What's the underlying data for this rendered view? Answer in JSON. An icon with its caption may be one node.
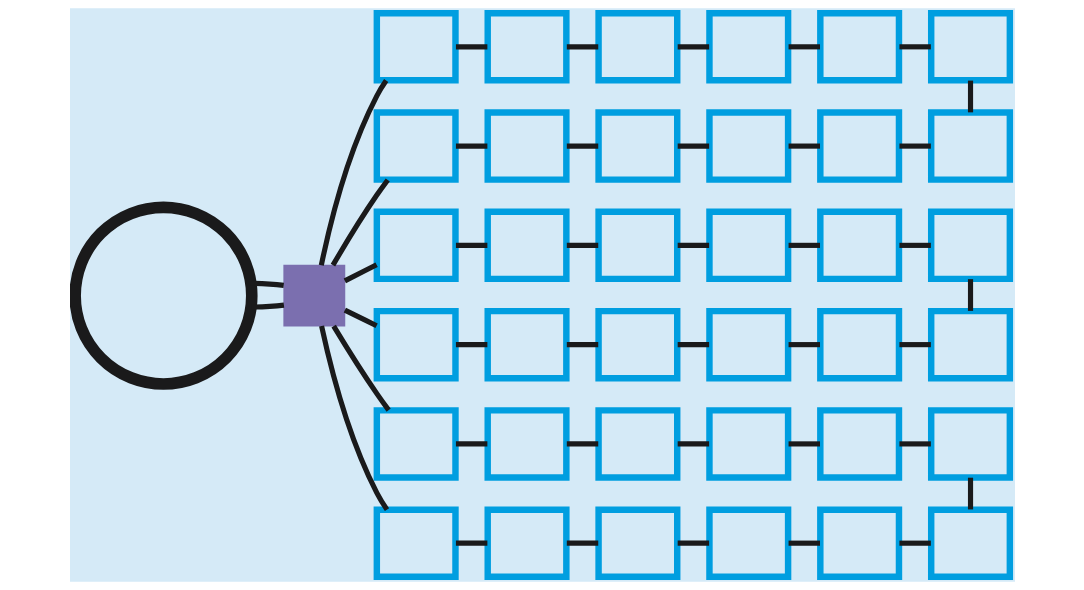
{
  "diagram": {
    "nodes": [
      {
        "text": [],
        "shape": "circle"
      },
      {
        "text": [],
        "shape": "box"
      },
      {
        "text": [],
        "shape": "box"
      },
      {
        "text": [],
        "shape": "box"
      },
      {
        "text": [],
        "shape": "box"
      },
      {
        "text": [],
        "shape": "box"
      },
      {
        "text": [],
        "shape": "box"
      },
      {
        "text": [],
        "shape": "box"
      },
      {
        "text": [],
        "shape": "box"
      },
      {
        "text": [],
        "shape": "box"
      },
      {
        "text": [],
        "shape": "box"
      },
      {
        "text": [],
        "shape": "box"
      },
      {
        "text": [],
        "shape": "box"
      },
      {
        "text": [],
        "shape": "box"
      },
      {
        "text": [],
        "shape": "box"
      },
      {
        "text": [],
        "shape": "box"
      },
      {
        "text": [],
        "shape": "box"
      },
      {
        "text": [],
        "shape": "box"
      },
      {
        "text": [],
        "shape": "box"
      },
      {
        "text": [],
        "shape": "box"
      },
      {
        "text": [],
        "shape": "box"
      },
      {
        "text": [],
        "shape": "box"
      },
      {
        "text": [],
        "shape": "box"
      },
      {
        "text": [],
        "shape": "box"
      },
      {
        "text": [],
        "shape": "box"
      },
      {
        "text": [],
        "shape": "box"
      },
      {
        "text": [],
        "shape": "box"
      },
      {
        "text": [],
        "shape": "box"
      },
      {
        "text": [],
        "shape": "box"
      },
      {
        "text": [],
        "shape": "box"
      },
      {
        "text": [],
        "shape": "box"
      },
      {
        "text": [],
        "shape": "box"
      },
      {
        "text": [],
        "shape": "box"
      },
      {
        "text": [],
        "shape": "box"
      },
      {
        "text": [],
        "shape": "box"
      },
      {
        "text": [],
        "shape": "box"
      },
      {
        "text": [],
        "shape": "box"
      },
      {
        "text": [],
        "shape": "box"
      }
    ],
    "edges": [
      {
        "from": 0,
        "to": 1,
        "arrow": "none"
      },
      {
        "from": 0,
        "to": 1,
        "arrow": "none"
      },
      {
        "from": 1,
        "to": 2,
        "arrow": "none"
      },
      {
        "from": 1,
        "to": 8,
        "arrow": "none"
      },
      {
        "from": 1,
        "to": 14,
        "arrow": "none"
      },
      {
        "from": 1,
        "to": 20,
        "arrow": "none"
      },
      {
        "from": 1,
        "to": 26,
        "arrow": "none"
      },
      {
        "from": 1,
        "to": 32,
        "arrow": "none"
      },
      {
        "from": 2,
        "to": 3,
        "arrow": "none"
      },
      {
        "from": 3,
        "to": 4,
        "arrow": "none"
      },
      {
        "from": 4,
        "to": 5,
        "arrow": "none"
      },
      {
        "from": 5,
        "to": 6,
        "arrow": "none"
      },
      {
        "from": 6,
        "to": 7,
        "arrow": "none"
      },
      {
        "from": 8,
        "to": 9,
        "arrow": "none"
      },
      {
        "from": 9,
        "to": 10,
        "arrow": "none"
      },
      {
        "from": 10,
        "to": 11,
        "arrow": "none"
      },
      {
        "from": 11,
        "to": 12,
        "arrow": "none"
      },
      {
        "from": 12,
        "to": 13,
        "arrow": "none"
      },
      {
        "from": 14,
        "to": 15,
        "arrow": "none"
      },
      {
        "from": 15,
        "to": 16,
        "arrow": "none"
      },
      {
        "from": 16,
        "to": 17,
        "arrow": "none"
      },
      {
        "from": 17,
        "to": 18,
        "arrow": "none"
      },
      {
        "from": 18,
        "to": 19,
        "arrow": "none"
      },
      {
        "from": 20,
        "to": 21,
        "arrow": "none"
      },
      {
        "from": 21,
        "to": 22,
        "arrow": "none"
      },
      {
        "from": 22,
        "to": 23,
        "arrow": "none"
      },
      {
        "from": 23,
        "to": 24,
        "arrow": "none"
      },
      {
        "from": 24,
        "to": 25,
        "arrow": "none"
      },
      {
        "from": 26,
        "to": 27,
        "arrow": "none"
      },
      {
        "from": 27,
        "to": 28,
        "arrow": "none"
      },
      {
        "from": 28,
        "to": 29,
        "arrow": "none"
      },
      {
        "from": 29,
        "to": 30,
        "arrow": "none"
      },
      {
        "from": 30,
        "to": 31,
        "arrow": "none"
      },
      {
        "from": 32,
        "to": 33,
        "arrow": "none"
      },
      {
        "from": 33,
        "to": 34,
        "arrow": "none"
      },
      {
        "from": 34,
        "to": 35,
        "arrow": "none"
      },
      {
        "from": 35,
        "to": 36,
        "arrow": "none"
      },
      {
        "from": 36,
        "to": 37,
        "arrow": "none"
      },
      {
        "from": 7,
        "to": 13,
        "arrow": "none"
      },
      {
        "from": 19,
        "to": 25,
        "arrow": "none"
      },
      {
        "from": 31,
        "to": 37,
        "arrow": "none"
      }
    ]
  }
}
